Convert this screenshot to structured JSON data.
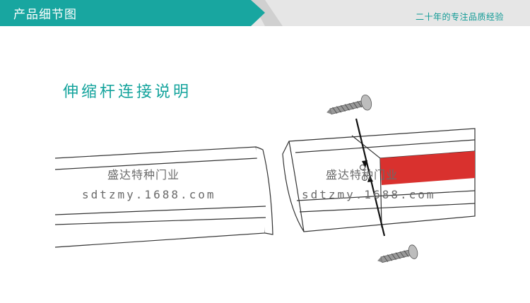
{
  "header": {
    "title": "产品细节图",
    "slogan": "二十年的专注品质经验",
    "colors": {
      "accent": "#18a6a0",
      "bar": "#e6e6e6"
    }
  },
  "section": {
    "title": "伸缩杆连接说明"
  },
  "watermarks": {
    "left": {
      "name": "盛达特种门业",
      "url": "sdtzmy.1688.com"
    },
    "right": {
      "name": "盛达特种门业",
      "url": "sdtzmy.1688.com"
    }
  },
  "illustration": {
    "highlight_color": "#d9312e",
    "icons": [
      "screw-icon",
      "screw-icon"
    ]
  }
}
